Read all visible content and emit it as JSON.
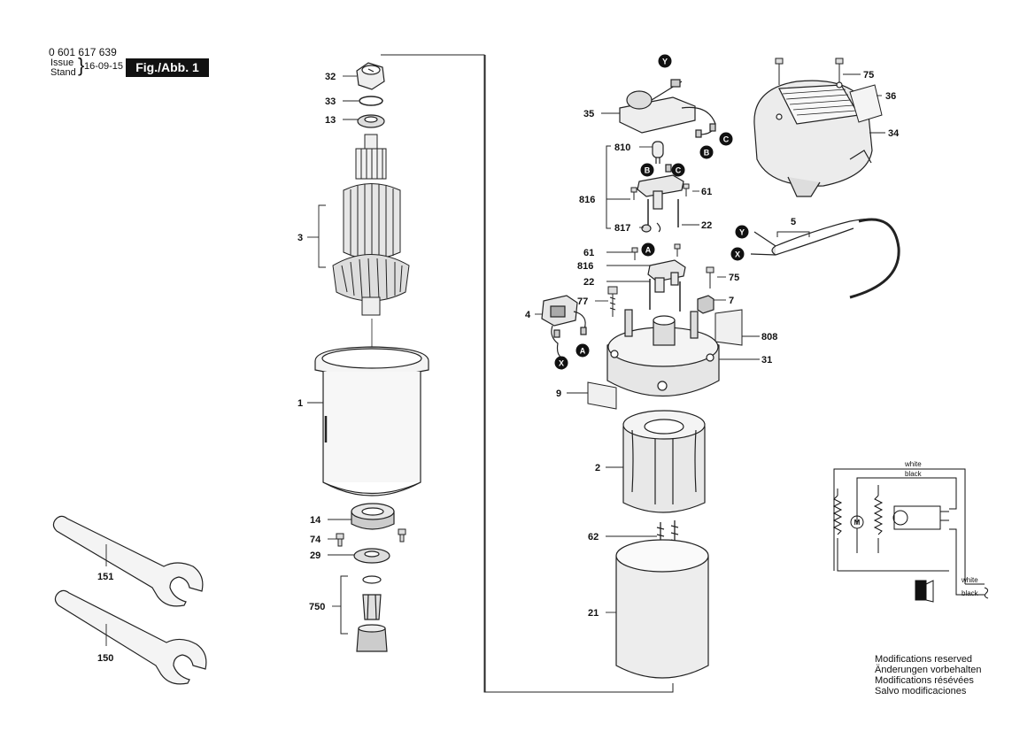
{
  "header": {
    "document_number": "0 601 617 639",
    "issue_label_1": "Issue",
    "issue_label_2": "Stand",
    "issue_date": "16-09-15",
    "figure_label": "Fig./Abb. 1"
  },
  "part_labels": {
    "p32": "32",
    "p33": "33",
    "p13": "13",
    "p3": "3",
    "p1": "1",
    "p14": "14",
    "p74": "74",
    "p29": "29",
    "p750": "750",
    "p151": "151",
    "p150": "150",
    "p35": "35",
    "p810": "810",
    "p816a": "816",
    "p61a": "61",
    "p817": "817",
    "p22a": "22",
    "p61b": "61",
    "p816b": "816",
    "p22b": "22",
    "p77": "77",
    "p4": "4",
    "p75a": "75",
    "p7": "7",
    "p808": "808",
    "p31": "31",
    "p9": "9",
    "p2": "2",
    "p62": "62",
    "p21": "21",
    "p75b": "75",
    "p36": "36",
    "p34": "34",
    "p5": "5"
  },
  "connector_markers": [
    "A",
    "B",
    "C",
    "X",
    "Y"
  ],
  "wiring_diagram": {
    "wire_top_1": "white",
    "wire_top_2": "black",
    "wire_bottom_1": "white",
    "wire_bottom_2": "black",
    "motor_symbol": "M"
  },
  "footer": {
    "mod_en": "Modifications reserved",
    "mod_de": "Änderungen vorbehalten",
    "mod_fr": "Modifications résévées",
    "mod_es": "Salvo modificaciones"
  }
}
